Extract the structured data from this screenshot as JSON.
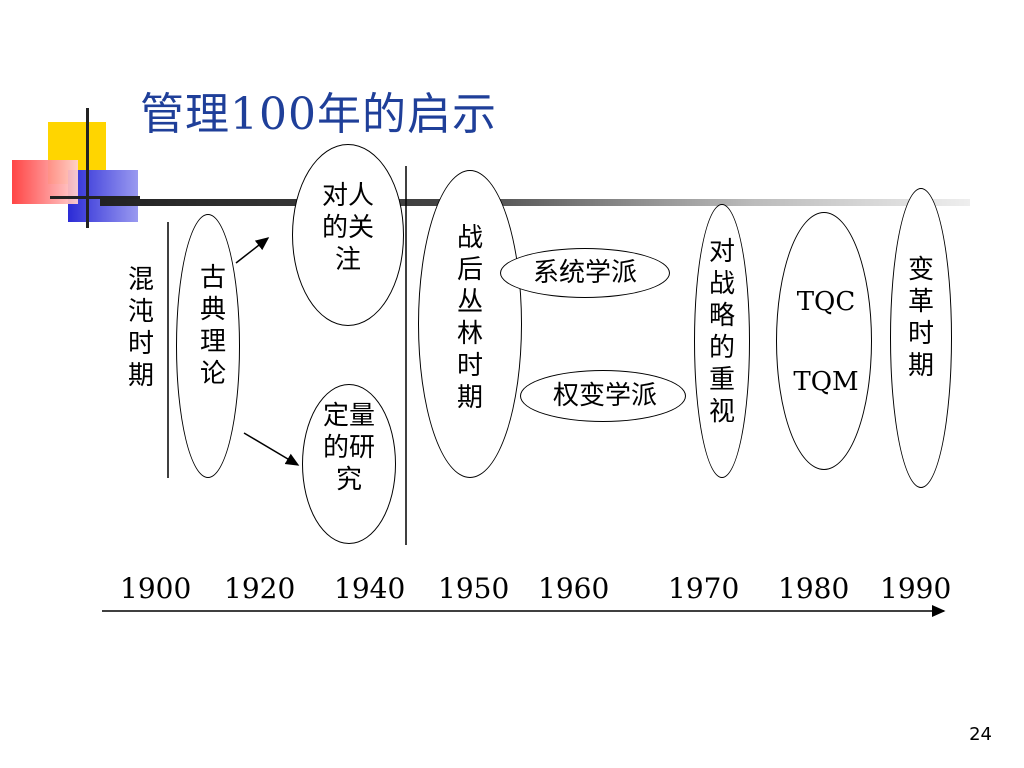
{
  "slide": {
    "title": "管理100年的启示",
    "page_number": "24"
  },
  "stages": {
    "chaos": "混沌时期",
    "classical": "古典理论",
    "human": "对人的关注",
    "quant": "定量的研究",
    "jungle": "战后丛林时期",
    "systems": "系统学派",
    "contingency": "权变学派",
    "strategy": "对战略的重视",
    "tqc": "TQC",
    "tqm": "TQM",
    "reform": "变革时期"
  },
  "timeline": {
    "years": [
      "1900",
      "1920",
      "1940",
      "1950",
      "1960",
      "1970",
      "1980",
      "1990"
    ]
  }
}
